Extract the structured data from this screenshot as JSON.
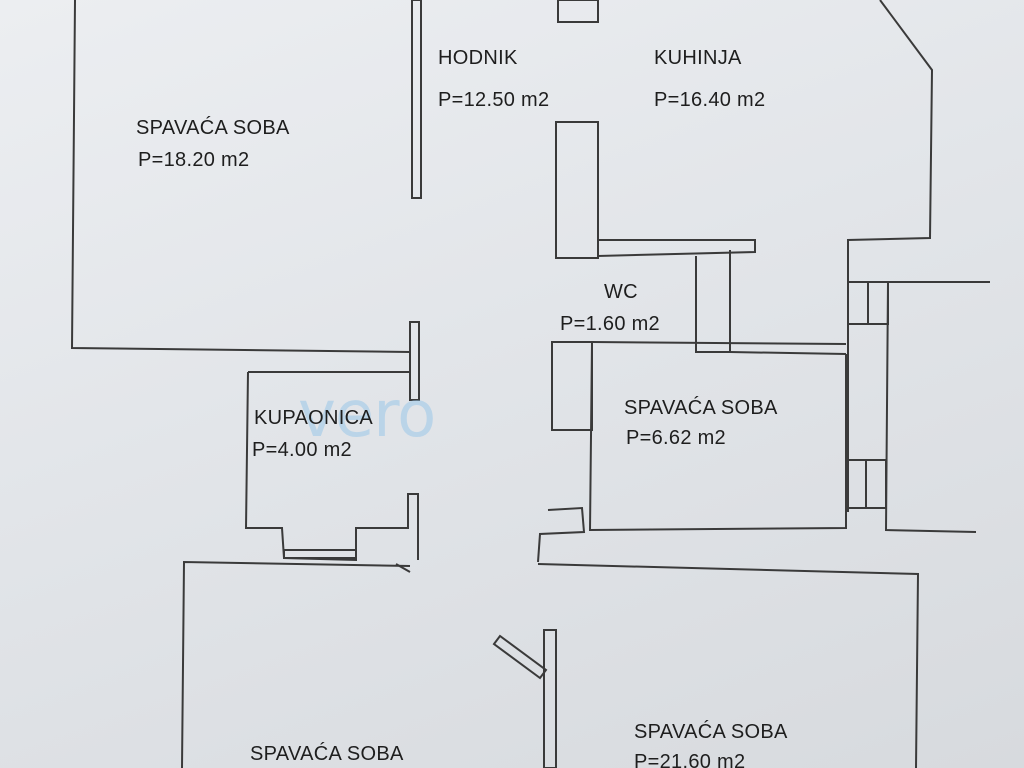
{
  "rooms": [
    {
      "id": "spavaca-soba-1",
      "name": "SPAVAĆA SOBA",
      "area": "P=18.20 m2"
    },
    {
      "id": "hodnik",
      "name": "HODNIK",
      "area": "P=12.50 m2"
    },
    {
      "id": "kuhinja",
      "name": "KUHINJA",
      "area": "P=16.40 m2"
    },
    {
      "id": "wc",
      "name": "WC",
      "area": "P=1.60 m2"
    },
    {
      "id": "spavaca-soba-2",
      "name": "SPAVAĆA SOBA",
      "area": "P=6.62 m2"
    },
    {
      "id": "kupaonica",
      "name": "KUPAONICA",
      "area": "P=4.00 m2"
    },
    {
      "id": "spavaca-soba-3",
      "name": "SPAVAĆA SOBA",
      "area": "P=21.60 m2"
    },
    {
      "id": "spavaca-soba-4",
      "name": "SPAVAĆA SOBA",
      "area": ""
    }
  ],
  "watermark": {
    "text": "vero"
  },
  "colors": {
    "wall": "#3a3a3a",
    "paper": "#e6e8eb",
    "watermark": "#9bc7e8"
  }
}
